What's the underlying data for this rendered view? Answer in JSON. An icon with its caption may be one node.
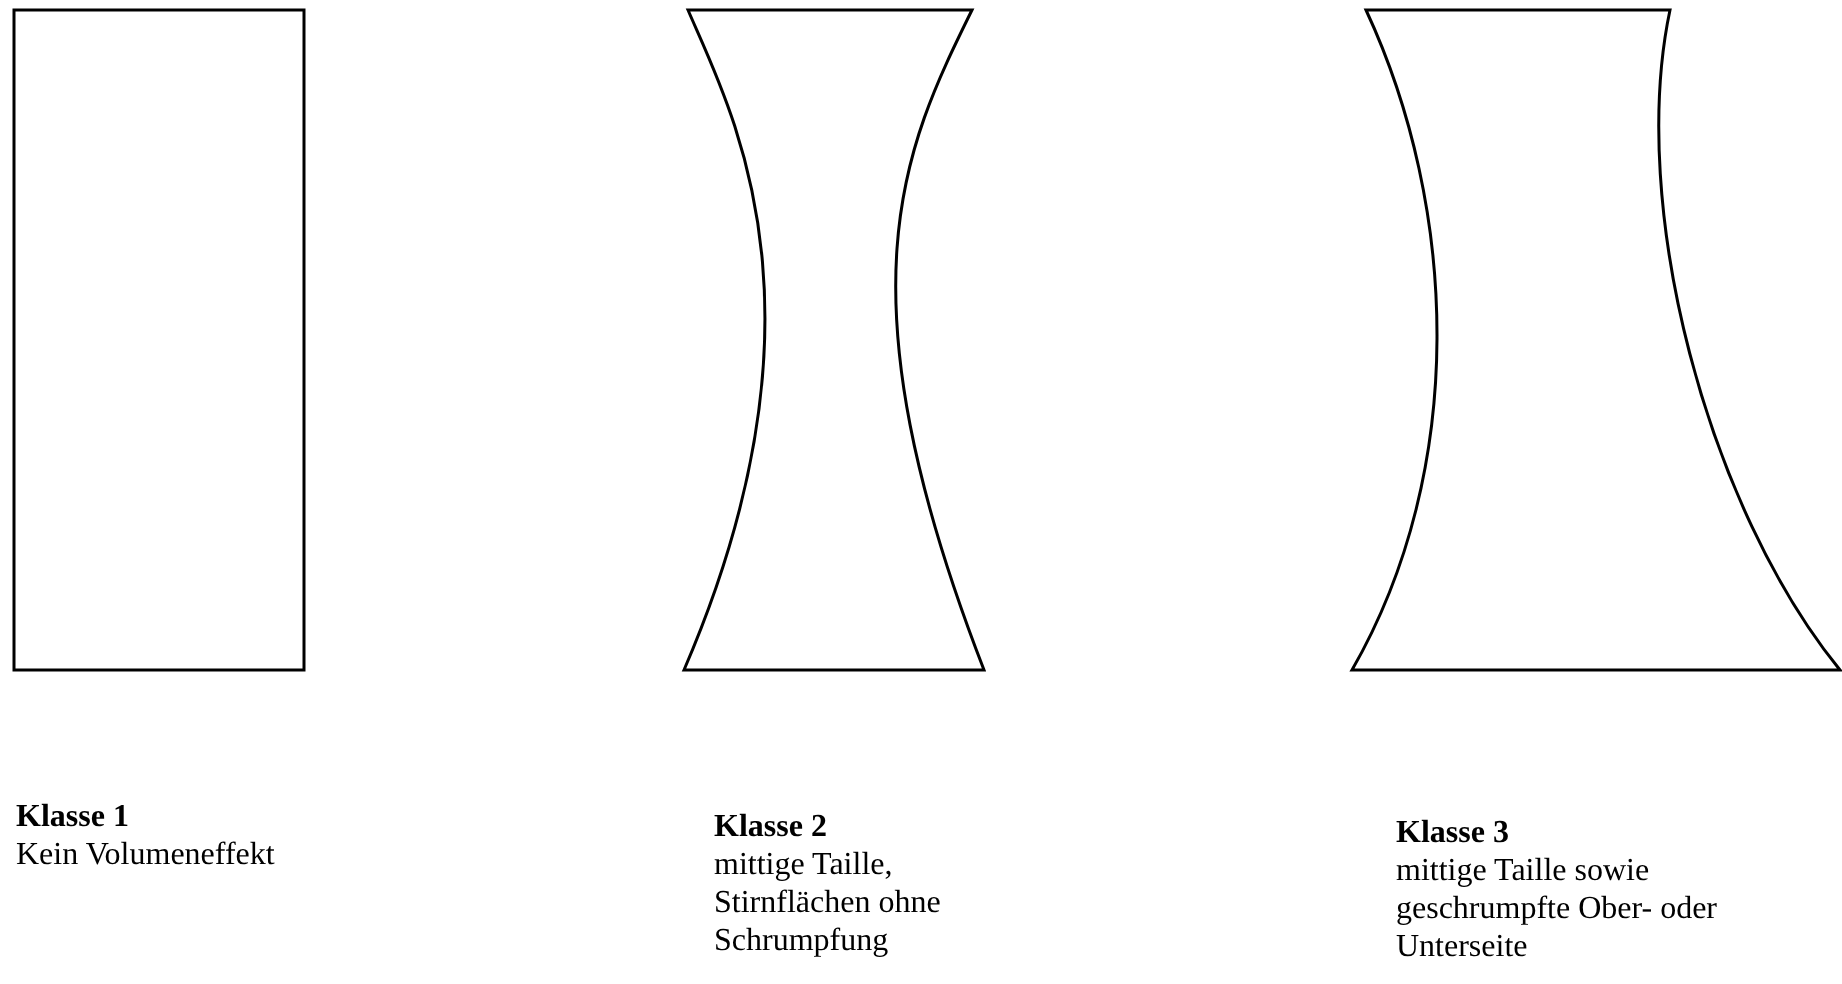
{
  "diagram": {
    "nodes": [
      {
        "text": [
          "Klasse 1"
        ]
      },
      {
        "text": [
          "Klasse 2"
        ]
      },
      {
        "text": [
          "Klasse 3"
        ]
      }
    ],
    "labels": [
      "Kein Volumeneffekt",
      "mittige Taille, Stirnflächen ohne Schrumpfung",
      "mittige Taille sowie geschrumpfte Ober- oder Unterseite"
    ]
  }
}
